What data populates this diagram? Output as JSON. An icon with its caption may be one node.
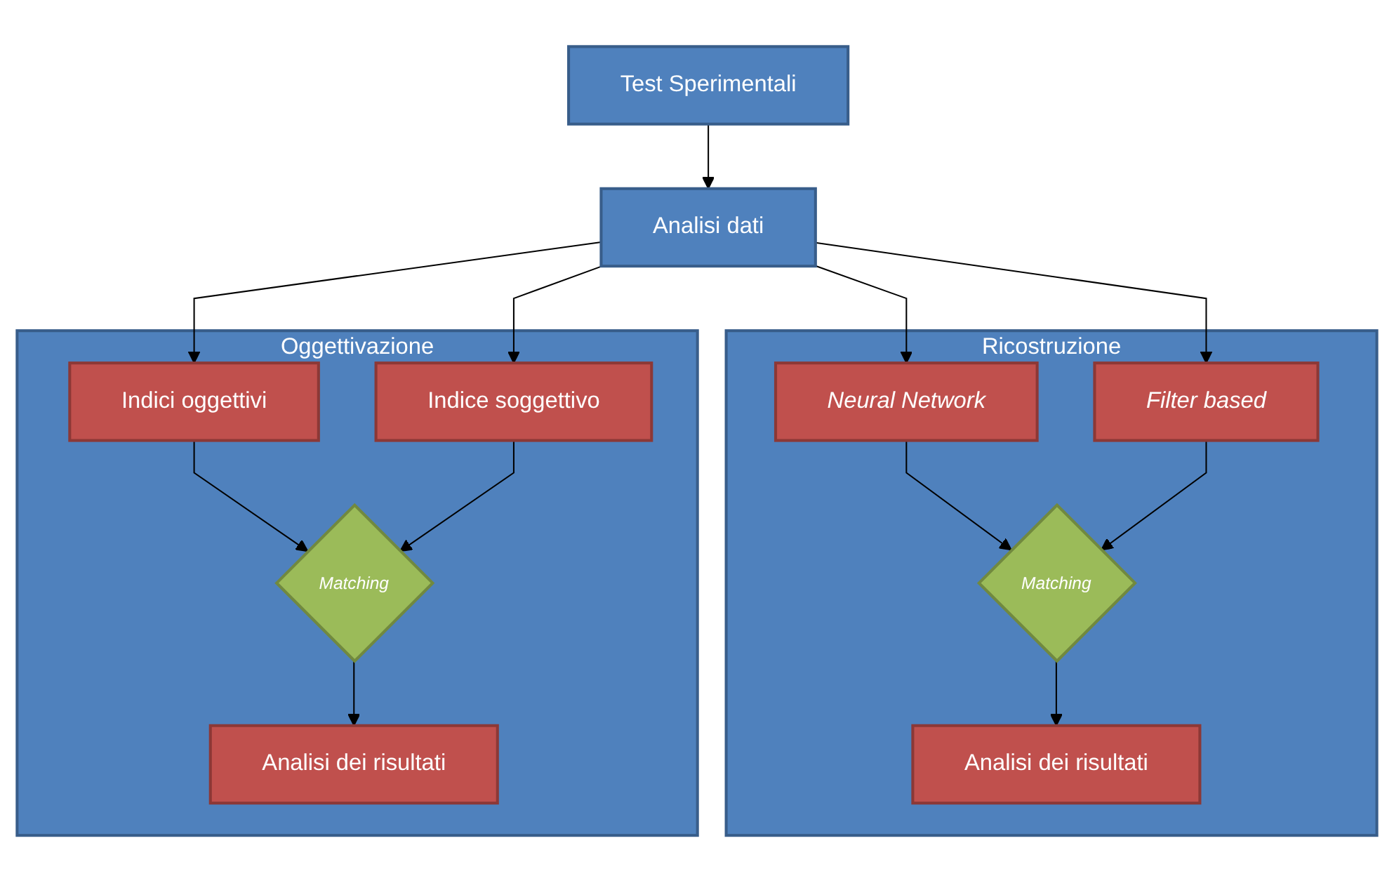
{
  "diagram": {
    "nodes": [
      {
        "text": [
          "Test Sperimentali"
        ]
      },
      {
        "text": [
          "Analisi dati"
        ]
      },
      {
        "text": [
          "Oggettivazione"
        ]
      },
      {
        "text": [
          "Indici oggettivi"
        ],
        "in": 2
      },
      {
        "text": [
          "Indice soggettivo"
        ],
        "in": 2
      },
      {
        "text": [
          "Matching"
        ],
        "in": 2
      },
      {
        "text": [
          "Analisi dei risultati"
        ],
        "in": 2
      },
      {
        "text": [
          "Ricostruzione"
        ]
      },
      {
        "text": [
          "Neural Network"
        ],
        "in": 7
      },
      {
        "text": [
          "Filter based"
        ],
        "in": 7
      },
      {
        "text": [
          "Matching"
        ],
        "in": 7
      },
      {
        "text": [
          "Analisi dei risultati"
        ],
        "in": 7
      }
    ],
    "edges": [
      {
        "from": 0,
        "to": 1,
        "arrow": "to"
      },
      {
        "from": 1,
        "to": 3,
        "arrow": "to"
      },
      {
        "from": 1,
        "to": 4,
        "arrow": "to"
      },
      {
        "from": 1,
        "to": 8,
        "arrow": "to"
      },
      {
        "from": 1,
        "to": 9,
        "arrow": "to"
      },
      {
        "from": 3,
        "to": 5,
        "arrow": "to"
      },
      {
        "from": 4,
        "to": 5,
        "arrow": "to"
      },
      {
        "from": 5,
        "to": 6,
        "arrow": "to"
      },
      {
        "from": 8,
        "to": 10,
        "arrow": "to"
      },
      {
        "from": 9,
        "to": 10,
        "arrow": "to"
      },
      {
        "from": 10,
        "to": 11,
        "arrow": "to"
      }
    ]
  }
}
